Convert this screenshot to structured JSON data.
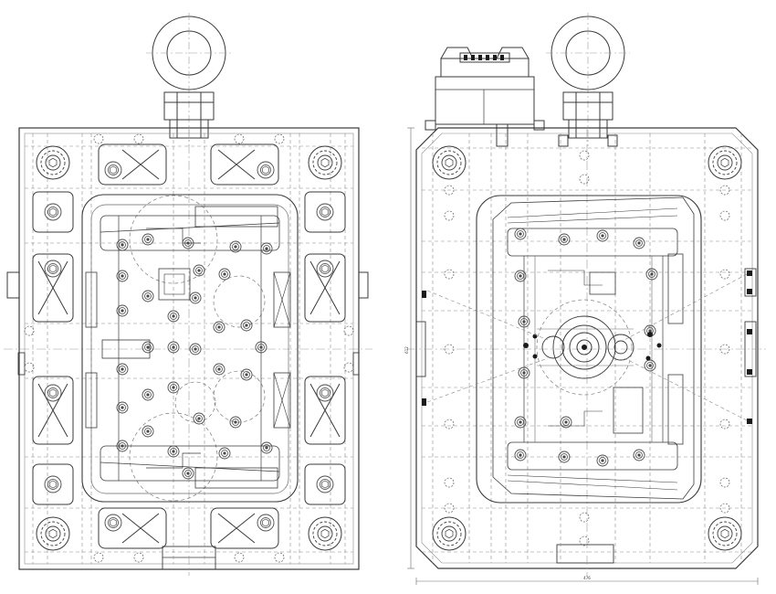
{
  "drawing": {
    "type": "mold-assembly-engineering-drawing",
    "views": [
      "left-plan-view",
      "right-plan-view"
    ],
    "colors": {
      "background": "#ffffff",
      "outline": "#3a3a3a",
      "thin_line": "#7a7a7a",
      "center_line": "#9a9a9a",
      "dark_fill": "#1a1a1a"
    },
    "dimensions": {
      "overall_width_label": "476",
      "overall_height_label": "612"
    }
  }
}
